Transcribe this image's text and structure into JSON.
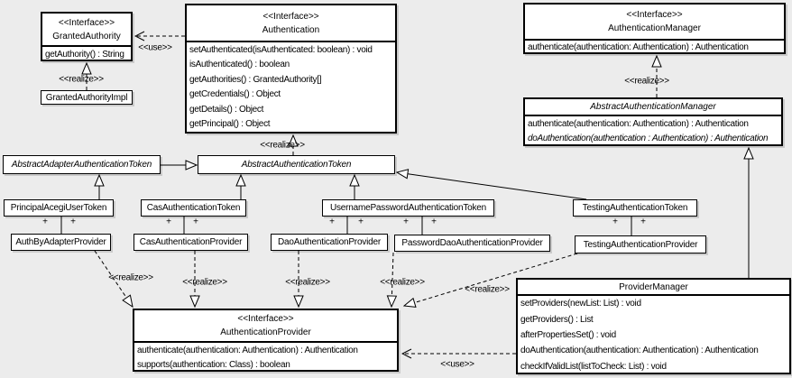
{
  "colors": {
    "background": "#ececec",
    "box_fill": "#ffffff",
    "line": "#000000"
  },
  "labels": {
    "use": "<<use>>",
    "realize": "<<realize>>",
    "plus": "+",
    "interface_stereotype": "<<Interface>>"
  },
  "classes": {
    "granted_authority": {
      "stereotype": "<<Interface>>",
      "name": "GrantedAuthority",
      "methods": [
        "getAuthority() : String"
      ]
    },
    "granted_authority_impl": {
      "name": "GrantedAuthorityImpl"
    },
    "authentication": {
      "stereotype": "<<Interface>>",
      "name": "Authentication",
      "methods": [
        "setAuthenticated(isAuthenticated: boolean) : void",
        "isAuthenticated() : boolean",
        "getAuthorities() : GrantedAuthority[]",
        "getCredentials() : Object",
        "getDetails() : Object",
        "getPrincipal() : Object"
      ]
    },
    "authentication_manager": {
      "stereotype": "<<Interface>>",
      "name": "AuthenticationManager",
      "methods": [
        "authenticate(authentication: Authentication) : Authentication"
      ]
    },
    "abstract_authentication_manager": {
      "name": "AbstractAuthenticationManager",
      "methods": [
        "authenticate(authentication: Authentication) : Authentication",
        "doAuthentication(authentication : Authentication) : Authentication"
      ]
    },
    "abstract_adapter_authentication_token": {
      "name": "AbstractAdapterAuthenticationToken"
    },
    "abstract_authentication_token": {
      "name": "AbstractAuthenticationToken"
    },
    "principal_acegi_user_token": {
      "name": "PrincipalAcegiUserToken"
    },
    "cas_authentication_token": {
      "name": "CasAuthenticationToken"
    },
    "username_password_authentication_token": {
      "name": "UsernamePasswordAuthenticationToken"
    },
    "testing_authentication_token": {
      "name": "TestingAuthenticationToken"
    },
    "auth_by_adapter_provider": {
      "name": "AuthByAdapterProvider"
    },
    "cas_authentication_provider": {
      "name": "CasAuthenticationProvider"
    },
    "dao_authentication_provider": {
      "name": "DaoAuthenticationProvider"
    },
    "password_dao_authentication_provider": {
      "name": "PasswordDaoAuthenticationProvider"
    },
    "testing_authentication_provider": {
      "name": "TestingAuthenticationProvider"
    },
    "authentication_provider": {
      "stereotype": "<<Interface>>",
      "name": "AuthenticationProvider",
      "methods": [
        "authenticate(authentication: Authentication) : Authentication",
        "supports(authentication: Class) : boolean"
      ]
    },
    "provider_manager": {
      "name": "ProviderManager",
      "methods": [
        "setProviders(newList: List) : void",
        "getProviders() : List",
        "afterPropertiesSet() : void",
        "doAuthentication(authentication: Authentication) : Authentication",
        "checkIfValidList(listToCheck: List) : void"
      ]
    }
  }
}
